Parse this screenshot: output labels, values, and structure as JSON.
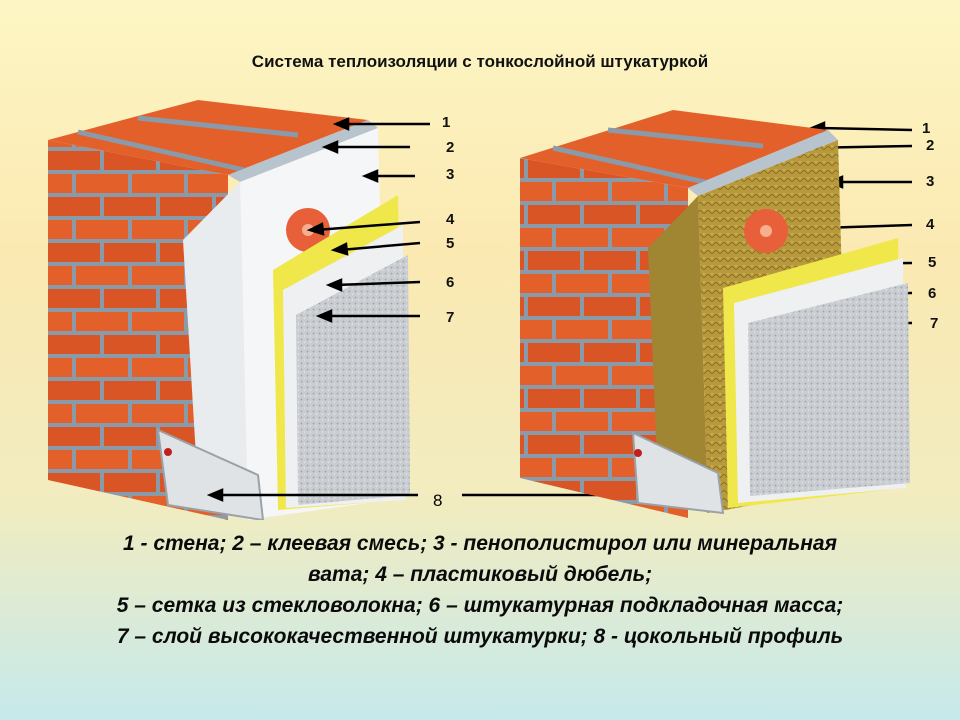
{
  "title": "Система теплоизоляции с тонкослойной штукатуркой",
  "left_labels": [
    "1",
    "2",
    "3",
    "4",
    "5",
    "6",
    "7"
  ],
  "right_labels": [
    "1",
    "2",
    "3",
    "4",
    "5",
    "6",
    "7"
  ],
  "profile_label": "8",
  "legend": {
    "line1": "1 - стена; 2 – клеевая смесь; 3 - пенополистирол или минеральная",
    "line2": "вата; 4 – пластиковый дюбель;",
    "line3": "5 – сетка из стекловолокна; 6 – штукатурная подкладочная масса;",
    "line4": "7 – слой высококачественной штукатурки; 8 - цокольный профиль"
  },
  "colors": {
    "brick": "#e4602a",
    "mortar": "#8a9aa8",
    "eps": "#f4f6f8",
    "mineral_wool": "#b89a3c",
    "mesh": "#f0e84a",
    "plaster": "#c9ccd0",
    "dowel": "#e8603a"
  }
}
